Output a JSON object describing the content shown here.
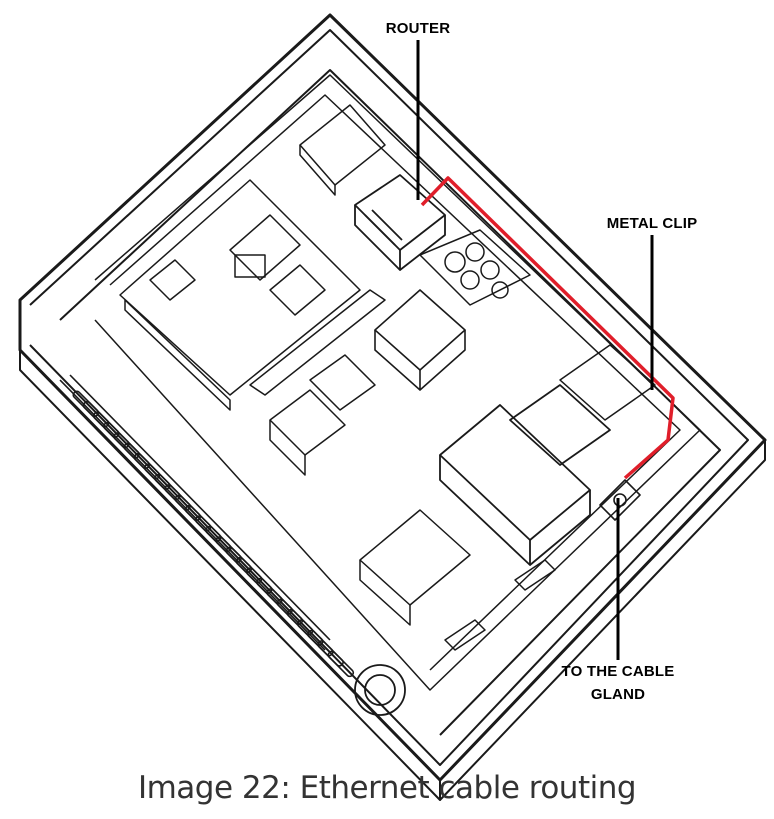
{
  "labels": {
    "router": "ROUTER",
    "metal_clip": "METAL CLIP",
    "cable_gland_line1": "TO THE CABLE",
    "cable_gland_line2": "GLAND"
  },
  "caption": "Image 22: Ethernet cable routing",
  "colors": {
    "cable": "#e01e2a",
    "line": "#1a1a1a"
  }
}
